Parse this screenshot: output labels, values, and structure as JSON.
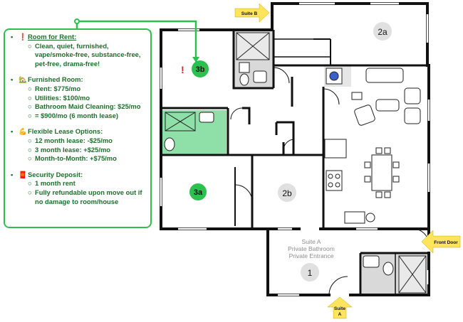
{
  "info_panel": {
    "sections": [
      {
        "emoji": "❗",
        "heading": "Room for Rent:",
        "underlined": true,
        "items": [
          "Clean, quiet, furnished, vape/smoke-free, substance-free, pet-free, drama-free!"
        ]
      },
      {
        "emoji": "🏡",
        "heading": "Furnished Room:",
        "underlined": false,
        "items": [
          "Rent: $775/mo",
          "Utilities: $100/mo",
          "Bathroom Maid Cleaning: $25/mo",
          "= $900/mo (6 month lease)"
        ]
      },
      {
        "emoji": "💪",
        "heading": "Flexible Lease Options:",
        "underlined": false,
        "items": [
          "12 month lease: -$25/mo",
          "3 month lease: +$25/mo",
          "Month-to-Month: +$75/mo"
        ]
      },
      {
        "emoji": "🧧",
        "heading": "Security Deposit:",
        "underlined": false,
        "items": [
          "1 month rent",
          "Fully refundable upon move out if no damage to room/house"
        ]
      }
    ]
  },
  "rooms": {
    "r3b": "3b",
    "r3a": "3a",
    "r2a": "2a",
    "r2b": "2b",
    "r1": "1",
    "highlight_mark": "!"
  },
  "suite_a_text": [
    "Suite A",
    "Private Bathroom",
    "Private Entrance"
  ],
  "callouts": {
    "suite_b": "Suite B",
    "front_door": "Front Door",
    "suite_a_line1": "Suite",
    "suite_a_line2": "A"
  },
  "colors": {
    "green": "#2fbf4f",
    "dark_green": "#1f6e2c",
    "yellow": "#ffe45c",
    "bath_gray": "#d9d9d9",
    "highlight_bath": "#8fe0a8",
    "wall": "#111111",
    "room_circle": "#e0e0e0"
  }
}
